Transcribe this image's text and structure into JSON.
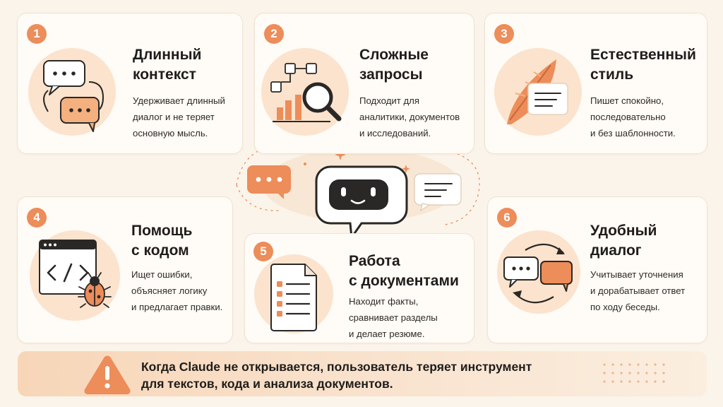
{
  "cards": [
    {
      "num": "1",
      "title": "Длинный\nконтекст",
      "desc": "Удерживает длинный\nдиалог и не теряет\nосновную мысль."
    },
    {
      "num": "2",
      "title": "Сложные\nзапросы",
      "desc": "Подходит для\nаналитики, документов\nи исследований."
    },
    {
      "num": "3",
      "title": "Естественный\nстиль",
      "desc": "Пишет спокойно,\nпоследовательно\nи без шаблонности."
    },
    {
      "num": "4",
      "title": "Помощь\nс кодом",
      "desc": "Ищет ошибки,\nобъясняет логику\nи предлагает правки."
    },
    {
      "num": "5",
      "title": "Работа\nс документами",
      "desc": "Находит факты,\nсравнивает разделы\nи делает резюме."
    },
    {
      "num": "6",
      "title": "Удобный\nдиалог",
      "desc": "Учитывает уточнения\nи дорабатывает ответ\nпо ходу беседы."
    }
  ],
  "banner": {
    "text": "Когда Claude не открывается, пользователь теряет инструмент\nдля текстов, кода и анализа документов.",
    "icon": "warning-icon"
  },
  "colors": {
    "accent": "#ec8d5a",
    "background": "#fbf4ea",
    "card": "#fffbf6",
    "dark": "#2a2826"
  }
}
